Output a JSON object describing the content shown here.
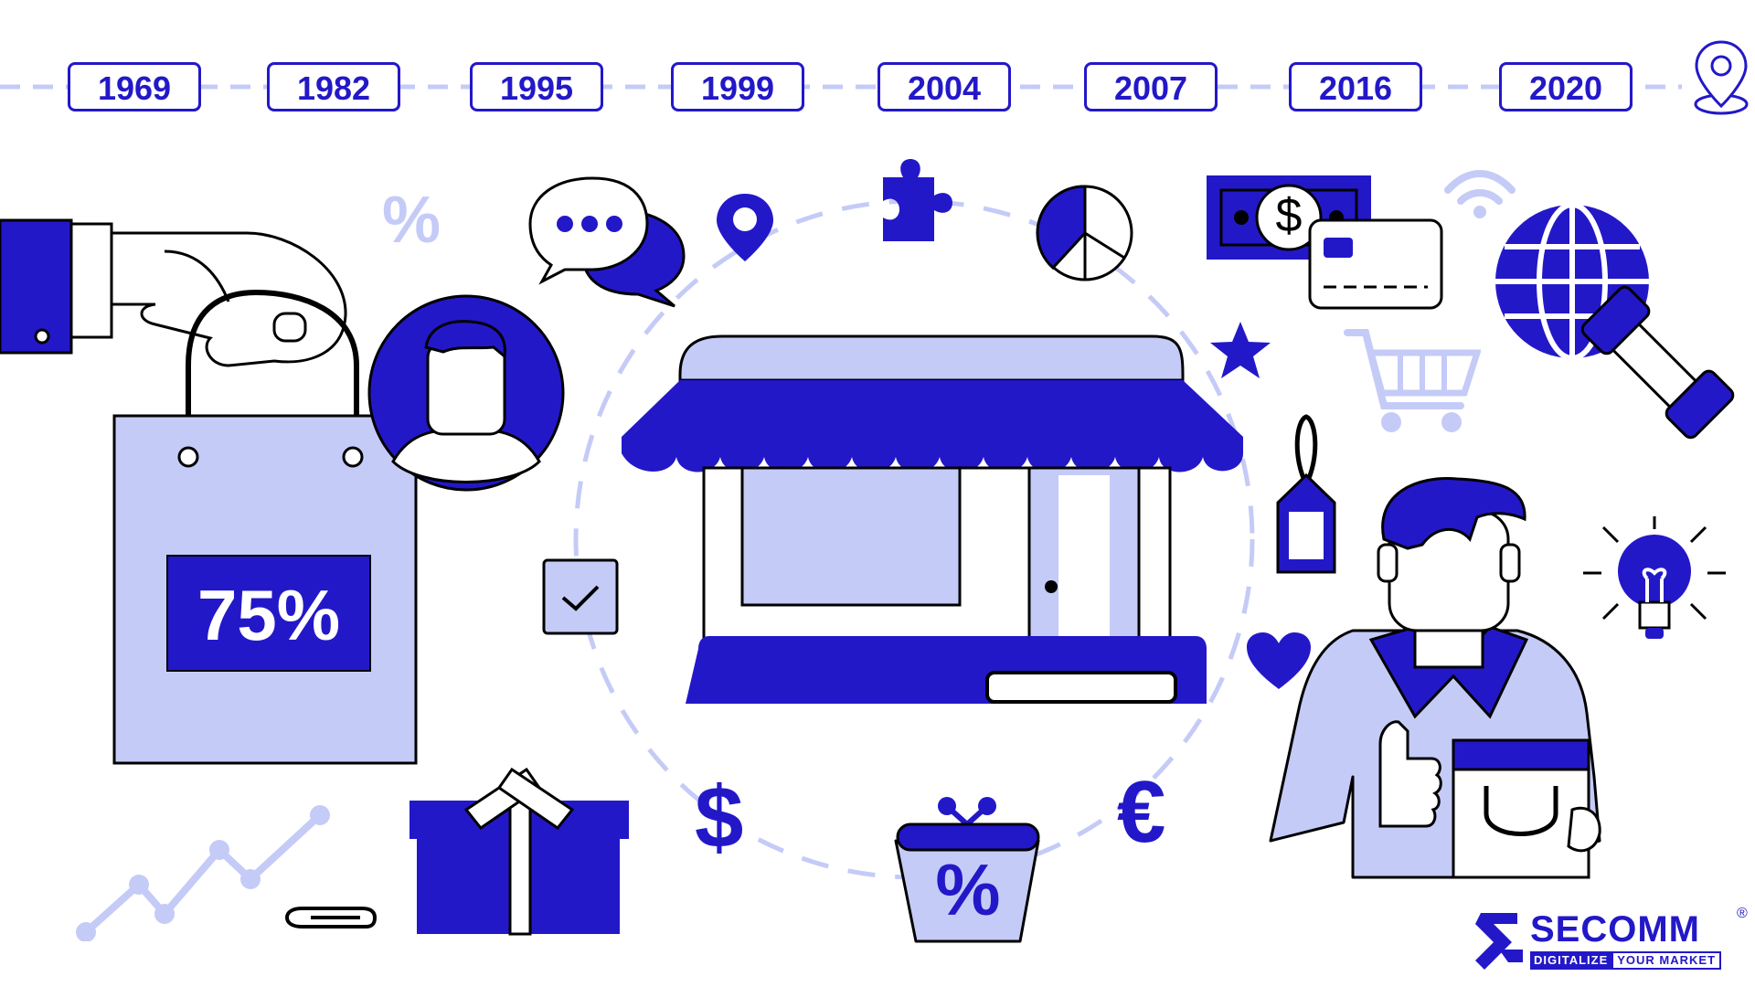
{
  "timeline": {
    "years": [
      "1969",
      "1982",
      "1995",
      "1999",
      "2004",
      "2007",
      "2016",
      "2020"
    ]
  },
  "illustration": {
    "bag_discount": "75%",
    "purse_symbol": "%",
    "percent_symbol": "%",
    "dollar_symbol": "$",
    "euro_symbol": "€",
    "bill_symbol": "$"
  },
  "brand": {
    "name": "SECOMM",
    "registered": "®",
    "tagline_part1": "DIGITALIZE",
    "tagline_part2": "YOUR MARKET"
  },
  "colors": {
    "primary": "#2318c8",
    "light": "#c5cbf7",
    "outline": "#000000",
    "background": "#ffffff"
  },
  "icons": [
    "map-pin-icon",
    "chat-bubbles-icon",
    "location-pin-icon",
    "puzzle-icon",
    "pie-chart-icon",
    "money-bill-icon",
    "credit-card-icon",
    "wifi-icon",
    "globe-icon",
    "shopping-cart-icon",
    "phone-icon",
    "star-icon",
    "price-tag-icon",
    "heart-icon",
    "lightbulb-icon",
    "checkbox-icon",
    "gift-icon",
    "paperclip-icon",
    "trend-line-icon",
    "purse-icon"
  ]
}
